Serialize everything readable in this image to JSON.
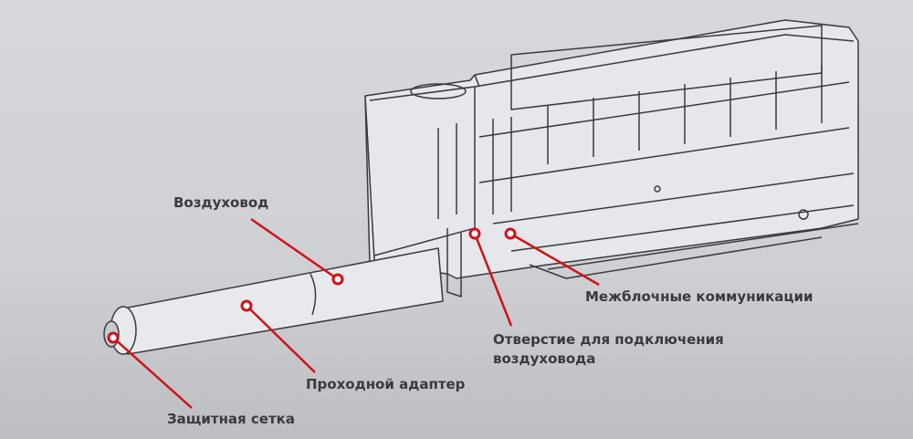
{
  "labels": {
    "duct": "Воздуховод",
    "adapter": "Проходной адаптер",
    "grille": "Защитная сетка",
    "opening_line1": "Отверстие для подключения",
    "opening_line2": "воздуховода",
    "interconnect": "Межблочные коммуникации"
  },
  "colors": {
    "accent": "#d0121b",
    "line": "#3a3a3c"
  }
}
